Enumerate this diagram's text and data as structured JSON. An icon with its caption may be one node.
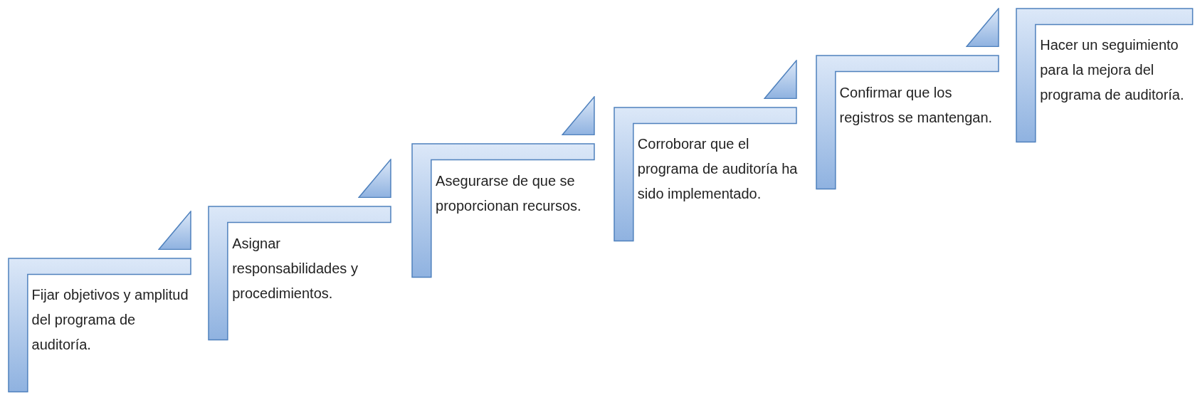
{
  "diagram": {
    "nodes": [
      {
        "text": [
          "Fijar objetivos y amplitud del programa de auditoría."
        ]
      },
      {
        "text": [
          "Asignar responsabilidades y procedimientos."
        ]
      },
      {
        "text": [
          "Asegurarse de que se proporcionan recursos."
        ]
      },
      {
        "text": [
          "Corroborar que el programa de auditoría ha sido implementado."
        ]
      },
      {
        "text": [
          "Confirmar que los registros se mantengan."
        ]
      },
      {
        "text": [
          "Hacer un seguimiento para la mejora del programa de auditoría."
        ]
      }
    ]
  }
}
